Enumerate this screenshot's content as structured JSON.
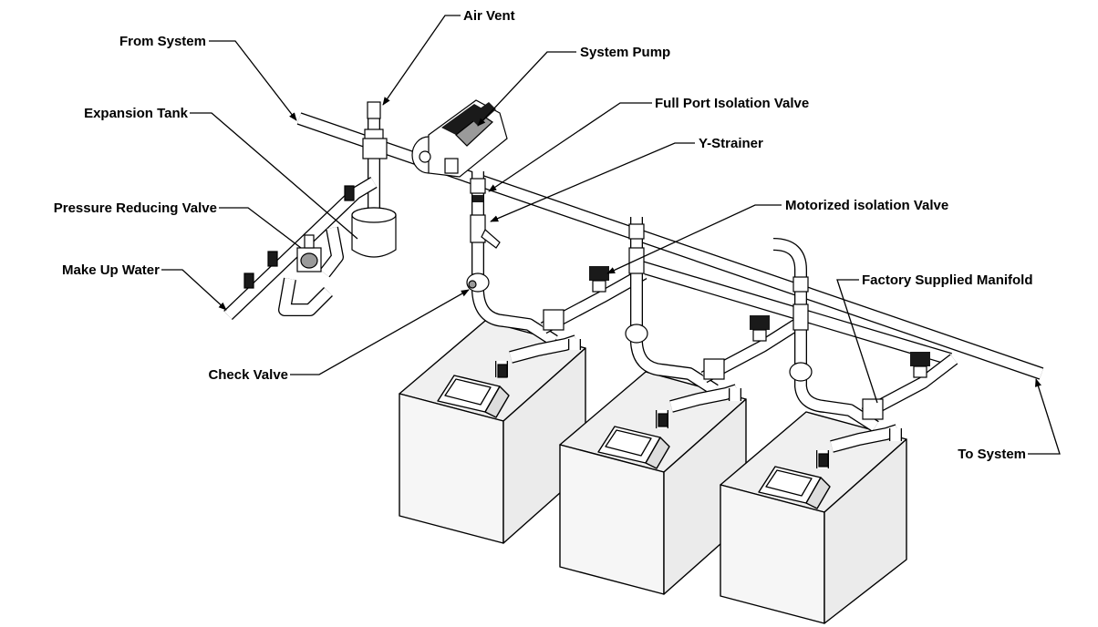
{
  "labels": {
    "air_vent": "Air Vent",
    "from_system": "From System",
    "system_pump": "System Pump",
    "expansion_tank": "Expansion Tank",
    "full_port_isolation_valve": "Full Port Isolation Valve",
    "y_strainer": "Y-Strainer",
    "pressure_reducing_valve": "Pressure Reducing Valve",
    "motorized_isolation_valve": "Motorized isolation Valve",
    "make_up_water": "Make Up Water",
    "factory_supplied_manifold": "Factory Supplied Manifold",
    "check_valve": "Check Valve",
    "to_system": "To System"
  },
  "colors": {
    "line": "#000000",
    "background": "#ffffff",
    "box_top": "#f0f0f0",
    "box_front": "#f6f6f6",
    "box_side": "#ebebeb",
    "component_dark": "#1a1a1a",
    "component_mid": "#9a9a9a"
  }
}
